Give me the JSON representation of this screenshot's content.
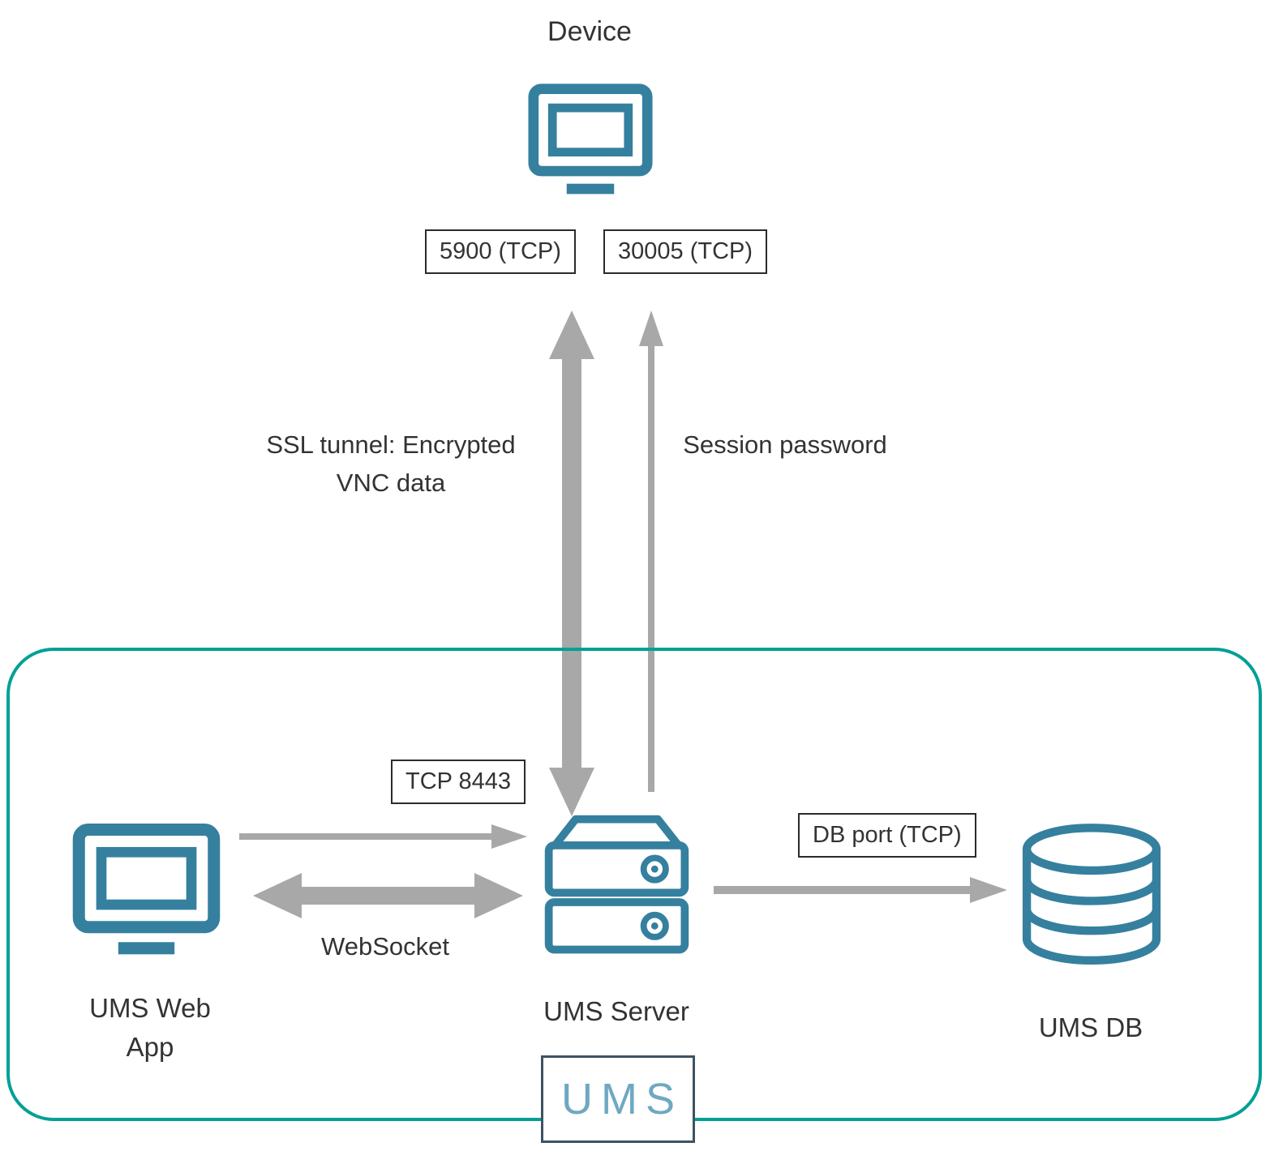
{
  "colors": {
    "icon": "#35809E",
    "border": "#00A096",
    "arrow": "#A8A8A8",
    "text": "#333333",
    "logo_text": "#6FA8C2",
    "logo_border": "#3D5361"
  },
  "device": {
    "label": "Device"
  },
  "ports": {
    "vnc": "5900 (TCP)",
    "session": "30005 (TCP)",
    "tcp8443": "TCP 8443",
    "db": "DB port (TCP)"
  },
  "connections": {
    "ssl_tunnel": {
      "label_line1": "SSL tunnel: Encrypted",
      "label_line2": "VNC data"
    },
    "session_password": {
      "label": "Session password"
    },
    "websocket": {
      "label": "WebSocket"
    }
  },
  "nodes": {
    "web_app": {
      "label_line1": "UMS Web",
      "label_line2": "App"
    },
    "server": {
      "label": "UMS Server"
    },
    "db": {
      "label": "UMS DB"
    }
  },
  "logo": {
    "label": "UMS"
  }
}
